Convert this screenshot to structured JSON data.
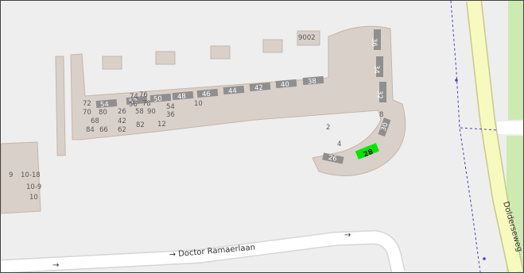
{
  "map": {
    "street_labels": {
      "doctor_ramaerlaan": "→ Doctor Ramaerlaan",
      "dolderseweg": "Dolderseweg"
    },
    "house_numbers": {
      "n9002": "9002",
      "n36_top": "36",
      "n34": "34",
      "n32": "32",
      "n30": "30",
      "n28": "28",
      "n26": "26",
      "n38": "38",
      "n40": "40",
      "n42": "42",
      "n44": "44",
      "n46": "46",
      "n48": "48",
      "n50": "50",
      "n52": "52",
      "n54": "54",
      "n56": "56",
      "n74": "74",
      "n76": "76",
      "n78": "78",
      "n72": "72",
      "n70": "70",
      "n80": "80",
      "n26b": "26",
      "n58": "58",
      "n90": "90",
      "n54b": "54",
      "n36": "36",
      "n10": "10",
      "n68": "68",
      "n42b": "42",
      "n84": "84",
      "n66": "66",
      "n62": "62",
      "n82": "82",
      "n12": "12",
      "n8": "8",
      "n2": "2",
      "n4": "4",
      "n10_18": "10-18",
      "n10_9": "10-9",
      "n10b": "10",
      "n9": "9"
    },
    "colors": {
      "background": "#eeeeee",
      "building": "#d9d0c9",
      "building_outline": "#c4b6ab",
      "label_box": "#8f8f8f",
      "highlight": "#00e600",
      "main_road_fill": "#f7fabf",
      "main_road_casing": "#c7c98a",
      "minor_road": "#ffffff",
      "green": "#cdebb0",
      "path": "#4040d0"
    }
  }
}
